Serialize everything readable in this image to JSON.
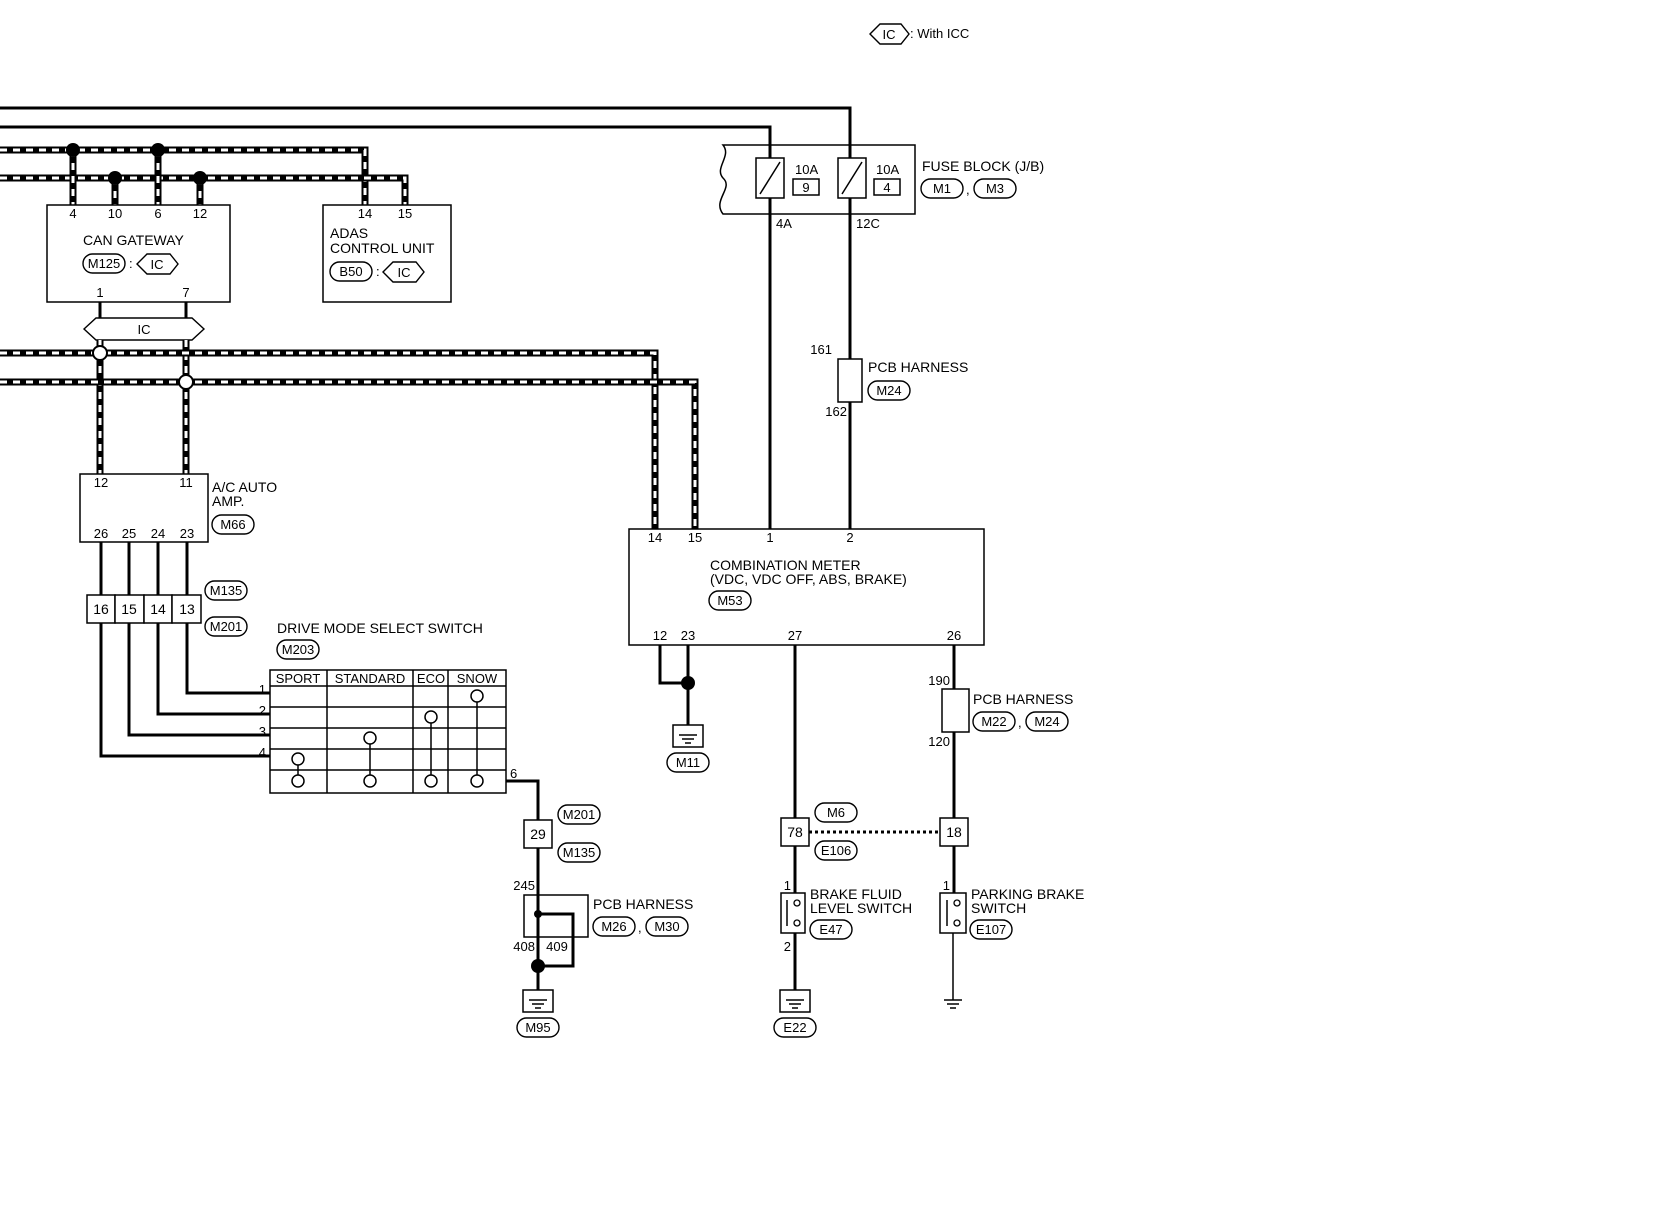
{
  "legend": {
    "badge": "IC",
    "text": ": With ICC"
  },
  "fuse_block": {
    "title": "FUSE BLOCK (J/B)",
    "connectors": [
      "M1",
      "M3"
    ],
    "fuses": [
      {
        "amp": "10A",
        "num": "9",
        "out_pin": "4A"
      },
      {
        "amp": "10A",
        "num": "4",
        "out_pin": "12C"
      }
    ]
  },
  "can_gateway": {
    "title": "CAN GATEWAY",
    "connector": "M125",
    "badge": "IC",
    "top_pins": [
      "4",
      "10",
      "6",
      "12"
    ],
    "bottom_pins": [
      "1",
      "7"
    ]
  },
  "adas": {
    "title_1": "ADAS",
    "title_2": "CONTROL UNIT",
    "connector": "B50",
    "badge": "IC",
    "pins": [
      "14",
      "15"
    ]
  },
  "ic_bar": "IC",
  "pcb_harness_top": {
    "title": "PCB HARNESS",
    "connector": "M24",
    "pin_top": "161",
    "pin_bottom": "162"
  },
  "ac_amp": {
    "title_1": "A/C AUTO",
    "title_2": "AMP.",
    "connector": "M66",
    "top_pins": [
      "12",
      "11"
    ],
    "bottom_pins": [
      "26",
      "25",
      "24",
      "23"
    ]
  },
  "joint_connector": {
    "pins": [
      "16",
      "15",
      "14",
      "13"
    ],
    "conn_top": "M135",
    "conn_bottom": "M201"
  },
  "drive_mode_switch": {
    "title": "DRIVE MODE SELECT SWITCH",
    "connector": "M203",
    "columns": [
      "SPORT",
      "STANDARD",
      "ECO",
      "SNOW"
    ],
    "rows": [
      "1",
      "2",
      "3",
      "4"
    ],
    "out_pin": "6"
  },
  "combination_meter": {
    "title_1": "COMBINATION METER",
    "title_2": "(VDC, VDC OFF, ABS, BRAKE)",
    "connector": "M53",
    "top_pins": [
      "14",
      "15",
      "1",
      "2"
    ],
    "bottom_pins": [
      "12",
      "23",
      "27",
      "26"
    ]
  },
  "ground_m11": "M11",
  "connector_29": {
    "pin": "29",
    "conn_top": "M201",
    "conn_bottom": "M135"
  },
  "pcb_harness_bottom": {
    "title": "PCB HARNESS",
    "connectors": [
      "M26",
      "M30"
    ],
    "pin_top": "245",
    "pin_left": "408",
    "pin_right": "409"
  },
  "ground_m95": "M95",
  "pcb_harness_right": {
    "title": "PCB HARNESS",
    "connectors": [
      "M22",
      "M24"
    ],
    "pin_top": "190",
    "pin_bottom": "120"
  },
  "connector_78": {
    "pin": "78",
    "conn_top": "M6",
    "conn_bottom": "E106"
  },
  "connector_18": {
    "pin": "18"
  },
  "brake_fluid_switch": {
    "title_1": "BRAKE FLUID",
    "title_2": "LEVEL SWITCH",
    "connector": "E47",
    "pin_top": "1",
    "pin_bottom": "2"
  },
  "ground_e22": "E22",
  "parking_brake_switch": {
    "title_1": "PARKING BRAKE",
    "title_2": "SWITCH",
    "connector": "E107",
    "pin_top": "1"
  }
}
